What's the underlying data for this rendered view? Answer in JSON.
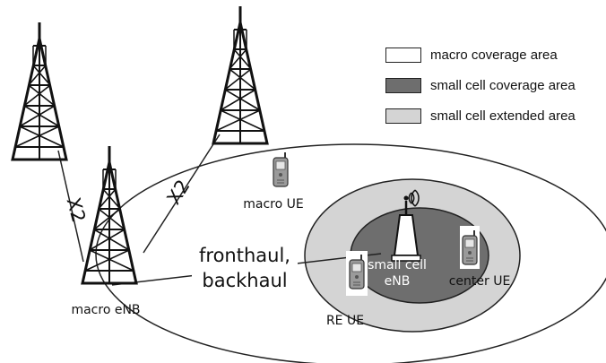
{
  "colors": {
    "macro_area": "#ffffff",
    "small_cell_area": "#6e6e6e",
    "extended_area": "#d4d4d4",
    "outline": "#222222"
  },
  "legend": [
    {
      "label": "macro coverage area",
      "color": "#ffffff"
    },
    {
      "label": "small cell coverage area",
      "color": "#6e6e6e"
    },
    {
      "label": "small cell extended area",
      "color": "#d4d4d4"
    }
  ],
  "links": {
    "x2_left": "X2",
    "x2_right": "X2",
    "fronthaul_line1": "fronthaul,",
    "fronthaul_line2": "backhaul"
  },
  "nodes": {
    "macro_enb": "macro eNB",
    "macro_ue": "macro UE",
    "small_cell_line1": "small cell",
    "small_cell_line2": "eNB",
    "center_ue": "center UE",
    "re_ue": "RE UE"
  },
  "icons": [
    "macro-tower-icon",
    "phone-icon",
    "small-cell-antenna-icon",
    "signal-waves-icon"
  ]
}
